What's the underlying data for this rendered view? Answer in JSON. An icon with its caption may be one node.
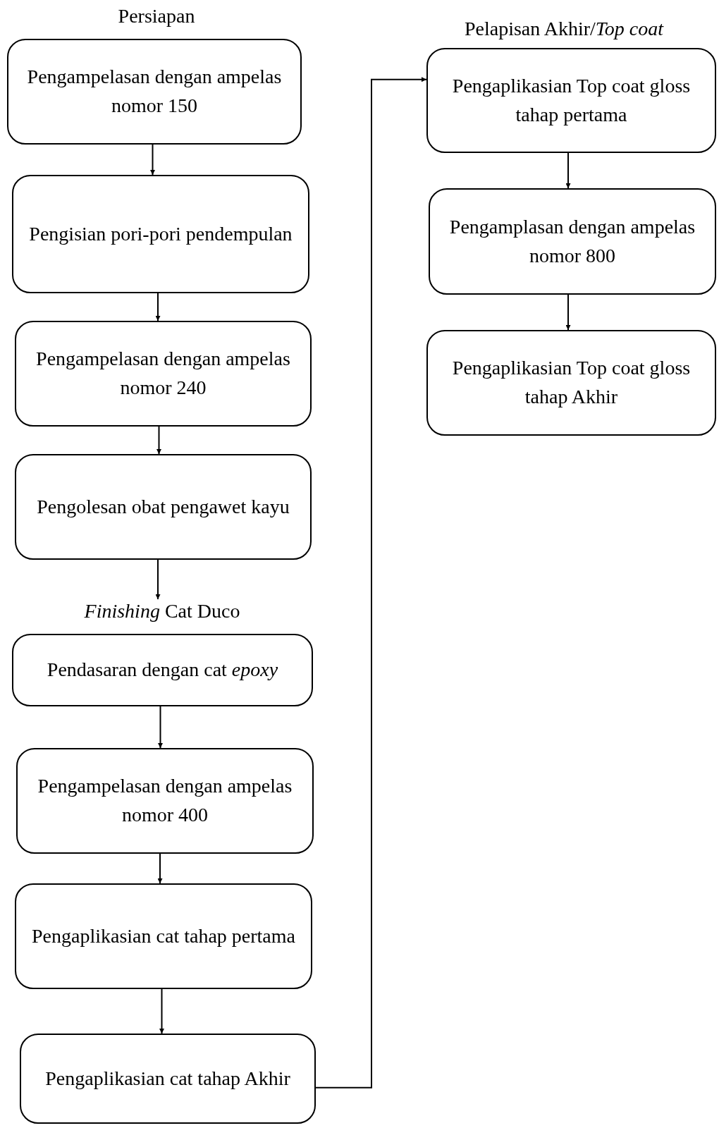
{
  "diagram": {
    "nodes": [
      {
        "text": [
          "Pengampelasan dengan ampelas nomor 150"
        ]
      },
      {
        "text": [
          "Pengisian pori-pori pendempulan"
        ]
      },
      {
        "text": [
          "Pengampelasan dengan ampelas nomor 240"
        ]
      },
      {
        "text": [
          "Pengolesan obat pengawet kayu"
        ]
      },
      {
        "text": [
          "*Finishing* Cat Duco"
        ]
      },
      {
        "text": [
          "Pendasaran dengan cat *epoxy*"
        ]
      },
      {
        "text": [
          "Pengampelasan dengan ampelas nomor 400"
        ]
      },
      {
        "text": [
          "Pengaplikasian cat tahap pertama"
        ]
      },
      {
        "text": [
          "Pengaplikasian cat tahap Akhir"
        ]
      },
      {
        "text": [
          "Pengaplikasian Top coat gloss tahap pertama"
        ]
      },
      {
        "text": [
          "Pengamplasan dengan ampelas nomor 800"
        ]
      },
      {
        "text": [
          "Pengaplikasian Top coat gloss tahap Akhir"
        ]
      }
    ],
    "edges": [
      {
        "from": 0,
        "to": 1,
        "arrow": "to"
      },
      {
        "from": 1,
        "to": 2,
        "arrow": "to"
      },
      {
        "from": 2,
        "to": 3,
        "arrow": "to"
      },
      {
        "from": 3,
        "to": 4,
        "arrow": "to"
      },
      {
        "from": 5,
        "to": 6,
        "arrow": "to"
      },
      {
        "from": 6,
        "to": 7,
        "arrow": "to"
      },
      {
        "from": 7,
        "to": 8,
        "arrow": "to"
      },
      {
        "from": 8,
        "to": 9,
        "arrow": "to"
      },
      {
        "from": 9,
        "to": 10,
        "arrow": "to"
      },
      {
        "from": 10,
        "to": 11,
        "arrow": "to"
      }
    ],
    "labels": [
      "Persiapan",
      "Pelapisan Akhir/*Top coat*"
    ]
  }
}
